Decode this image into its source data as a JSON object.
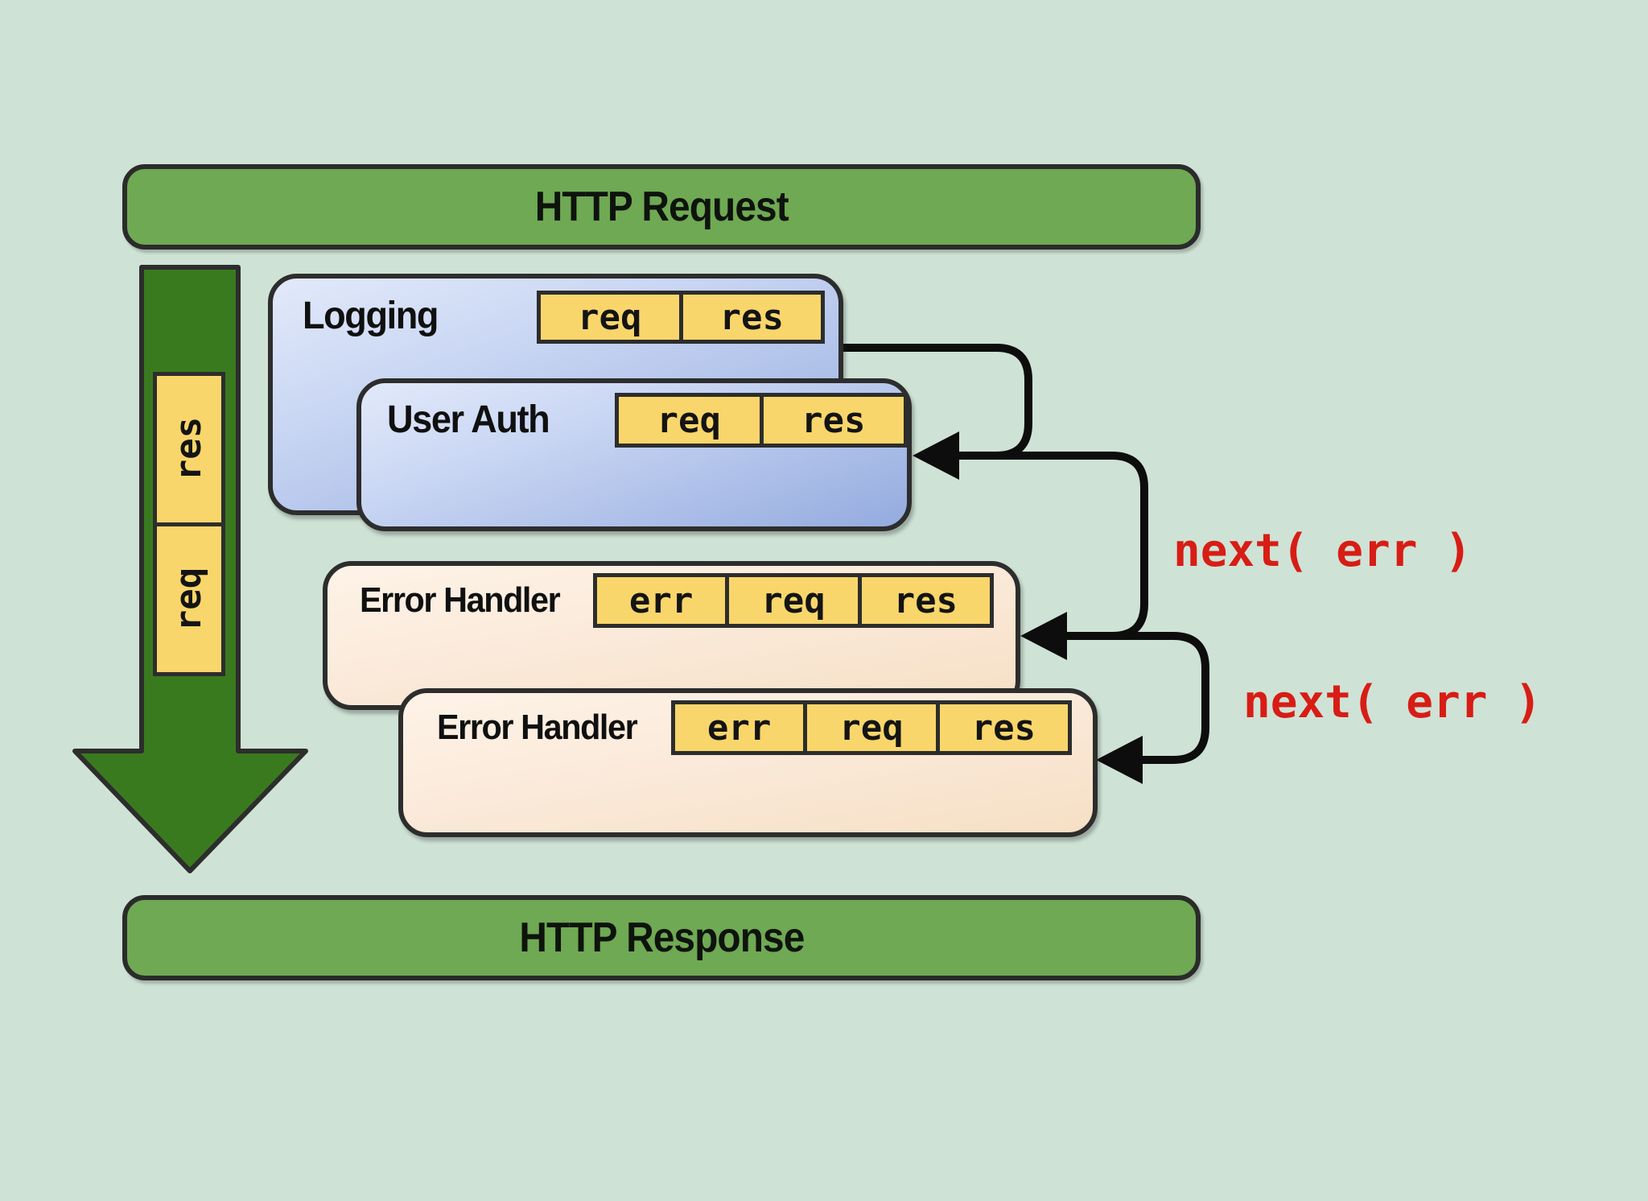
{
  "diagram": {
    "title_top": "HTTP Request",
    "title_bottom": "HTTP Response"
  },
  "flow_arrow": {
    "tags": [
      "res",
      "req"
    ]
  },
  "middleware": [
    {
      "id": "logging",
      "label": "Logging",
      "tags": [
        "req",
        "res"
      ]
    },
    {
      "id": "user-auth",
      "label": "User Auth",
      "tags": [
        "req",
        "res"
      ]
    },
    {
      "id": "error-handler-1",
      "label": "Error Handler",
      "tags": [
        "err",
        "req",
        "res"
      ]
    },
    {
      "id": "error-handler-2",
      "label": "Error Handler",
      "tags": [
        "err",
        "req",
        "res"
      ]
    }
  ],
  "annotations": [
    {
      "text": "next( err )"
    },
    {
      "text": "next( err )"
    }
  ],
  "colors": {
    "background": "#cfe2d6",
    "bar_green": "#6fa953",
    "arrow_green": "#3a7a1f",
    "tag_yellow": "#f9d66b",
    "frame_dark": "#2d2d2d",
    "blue_box_top": "#e2e9fa",
    "blue_box_bottom": "#94abdf",
    "cream_box_top": "#fdf3e7",
    "cream_box_bottom": "#f6dfc5",
    "annotation_red": "#d71d15",
    "connector_black": "#0d0d0d"
  }
}
